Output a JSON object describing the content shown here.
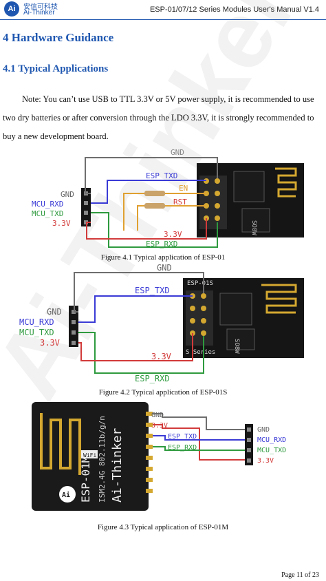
{
  "header": {
    "logo_text": "Ai",
    "company_cn": "安信可科技",
    "company_en": "Ai-Thinker",
    "doc_title": "ESP-01/07/12 Series Modules User's Manual V1.4"
  },
  "section": {
    "title": "4 Hardware Guidance",
    "subsection": "4.1 Typical Applications"
  },
  "note": {
    "text": "Note: You can’t use USB to TTL 3.3V or 5V power supply, it is recommended to use two dry batteries or after conversion through the LDO 3.3V, it is strongly recommended to buy a new development board."
  },
  "figure1": {
    "caption": "Figure 4.1 Typical application of ESP-01",
    "labels": {
      "gnd_top": "GND",
      "esp_txd": "ESP_TXD",
      "en": "EN",
      "rst": "RST",
      "gnd": "GND",
      "mcu_rxd": "MCU_RXD",
      "mcu_txd": "MCU_TXD",
      "v33": "3.3V",
      "v33_bottom": "3.3V",
      "esp_rxd": "ESP_RXD",
      "chip": "SO8W"
    }
  },
  "figure2": {
    "caption": "Figure 4.2 Typical application of ESP-01S",
    "labels": {
      "gnd_top": "GND",
      "esp_txd": "ESP_TXD",
      "module": "ESP-01S",
      "series": "S Series",
      "gnd": "GND",
      "mcu_rxd": "MCU_RXD",
      "mcu_txd": "MCU_TXD",
      "v33": "3.3V",
      "v33_bottom": "3.3V",
      "esp_rxd": "ESP_RXD",
      "chip": "SO8W"
    }
  },
  "figure3": {
    "caption": "Figure 4.3 Typical application of ESP-01M",
    "labels": {
      "module": "ESP-01M",
      "spec": "ISM2.4G 802.11b/g/n",
      "brand": "Ai-Thinker",
      "wifi": "WiFi",
      "gnd": "GND",
      "v33": "3.3V",
      "esp_txd": "ESP_TXD",
      "esp_rxd": "ESP_RXD",
      "r_gnd": "GND",
      "r_mcu_rxd": "MCU_RXD",
      "r_mcu_txd": "MCU_TXD",
      "r_v33": "3.3V"
    }
  },
  "footer": {
    "page": "Page 11 of 23"
  },
  "watermark": "Ai-Thinker",
  "colors": {
    "brand": "#1f57b0",
    "gnd": "#6e6e6e",
    "txd": "#3a3ad6",
    "rxd": "#2e9a3e",
    "vcc": "#d23a3a",
    "en": "#e0a030"
  }
}
